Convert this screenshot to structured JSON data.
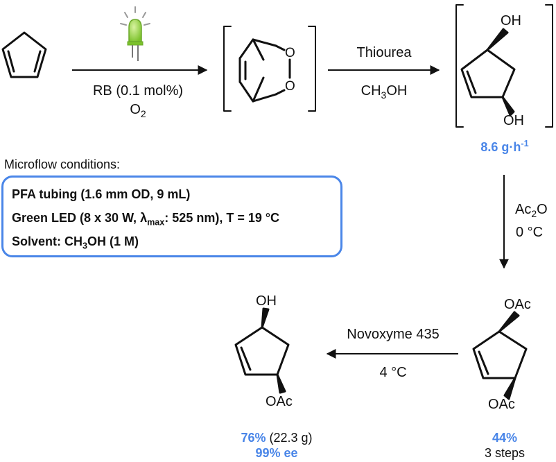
{
  "step1": {
    "reagent": "RB (0.1 mol%)",
    "gas_main": "O",
    "gas_sub": "2"
  },
  "endoperoxide": {
    "o_top": "O",
    "o_bottom": "O"
  },
  "step2": {
    "reagent": "Thiourea",
    "solvent_main": "CH",
    "solvent_sub": "3",
    "solvent_tail": "OH"
  },
  "diol": {
    "oh_top": "OH",
    "oh_bottom": "OH",
    "rate": "8.6 g·h",
    "rate_sup": "-1"
  },
  "conditions": {
    "heading": "Microflow conditions:",
    "line1": "PFA tubing (1.6 mm OD, 9 mL)",
    "line2_a": "Green LED (8 x 30 W, λ",
    "line2_sub": "max",
    "line2_b": ": 525 nm), T = 19 °C",
    "line3_a": "Solvent: CH",
    "line3_sub": "3",
    "line3_b": "OH (1 M)"
  },
  "step3": {
    "reagent_main": "Ac",
    "reagent_sub": "2",
    "reagent_tail": "O",
    "temp": "0 °C"
  },
  "diacetate": {
    "top": "OAc",
    "bottom": "OAc",
    "yield": "44%",
    "steps": "3 steps"
  },
  "step4": {
    "enzyme": "Novoxyme 435",
    "temp": "4 °C"
  },
  "monoacetate": {
    "oh": "OH",
    "oac": "OAc",
    "yield": "76%",
    "mass": "(22.3 g)",
    "ee": "99% ee"
  },
  "colors": {
    "accent": "#4a86e8",
    "led_green": "#8cc63f",
    "ink": "#111111"
  }
}
